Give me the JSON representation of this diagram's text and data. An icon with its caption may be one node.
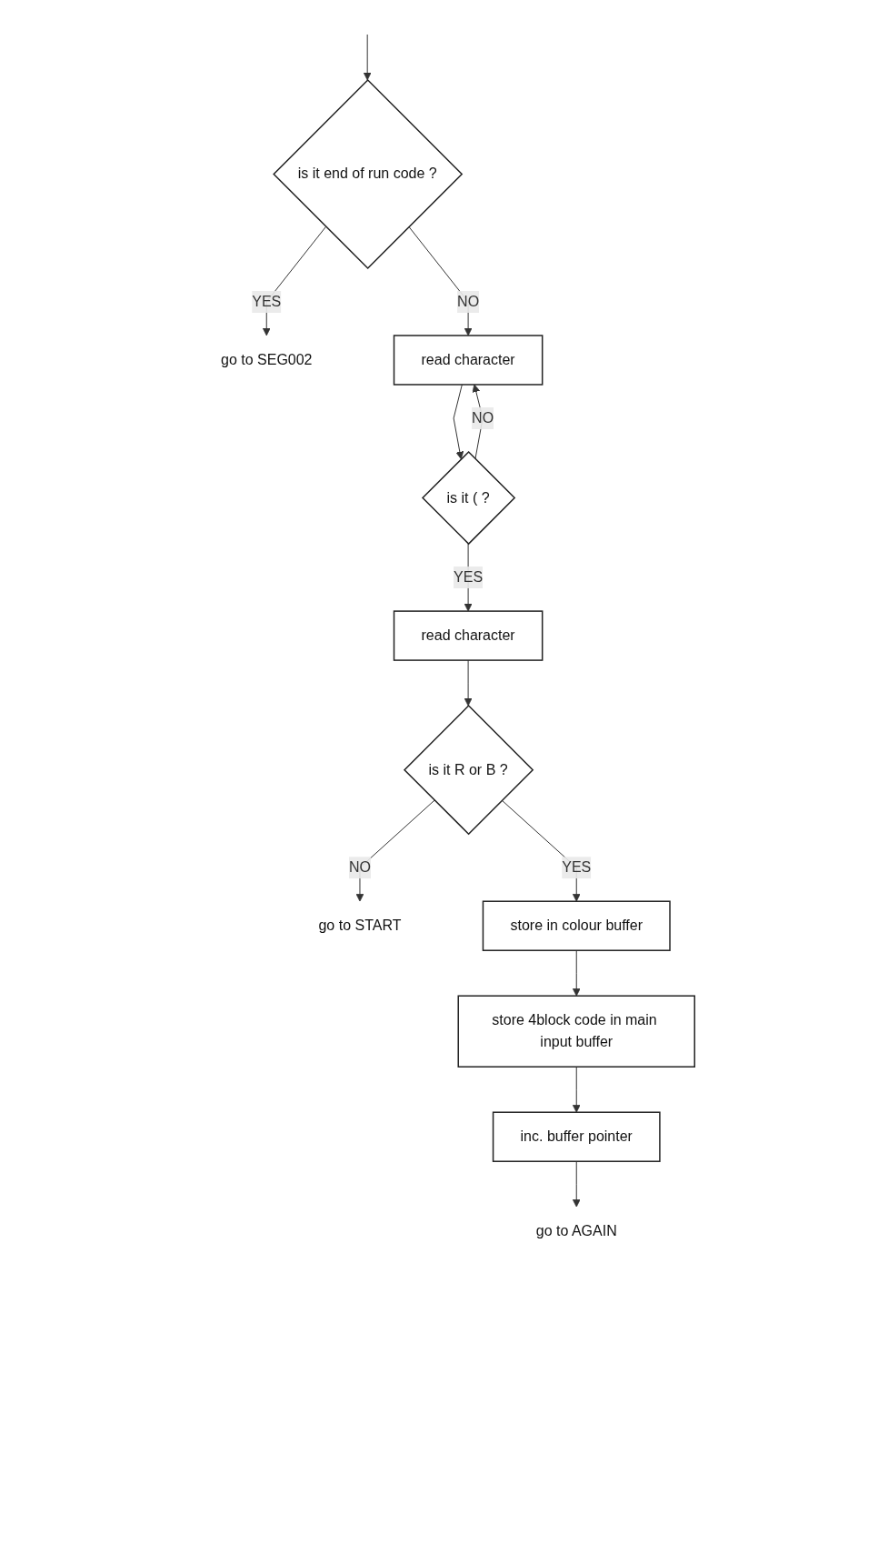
{
  "diagram": {
    "nodes": [
      {
        "text": [
          "is it end of run code ?"
        ]
      },
      {
        "text": [
          "go to SEG002"
        ]
      },
      {
        "text": [
          "read character"
        ]
      },
      {
        "text": [
          "is it ( ?"
        ]
      },
      {
        "text": [
          "read character"
        ]
      },
      {
        "text": [
          "is it R or B ?"
        ]
      },
      {
        "text": [
          "go to START"
        ]
      },
      {
        "text": [
          "store in colour buffer"
        ]
      },
      {
        "text": [
          "store 4block code in main input buffer"
        ]
      },
      {
        "text": [
          "inc. buffer pointer"
        ]
      },
      {
        "text": [
          "go to AGAIN"
        ]
      }
    ],
    "edges": [
      {
        "from": null,
        "to": 0,
        "arrow": "to"
      },
      {
        "from": 0,
        "to": 1,
        "arrow": "to",
        "label": "YES"
      },
      {
        "from": 0,
        "to": 2,
        "arrow": "to",
        "label": "NO"
      },
      {
        "from": 2,
        "to": 3,
        "arrow": "to"
      },
      {
        "from": 3,
        "to": 2,
        "arrow": "to",
        "label": "NO"
      },
      {
        "from": 3,
        "to": 4,
        "arrow": "to",
        "label": "YES"
      },
      {
        "from": 4,
        "to": 5,
        "arrow": "to"
      },
      {
        "from": 5,
        "to": 6,
        "arrow": "to",
        "label": "NO"
      },
      {
        "from": 5,
        "to": 7,
        "arrow": "to",
        "label": "YES"
      },
      {
        "from": 7,
        "to": 8,
        "arrow": "to"
      },
      {
        "from": 8,
        "to": 9,
        "arrow": "to"
      },
      {
        "from": 9,
        "to": 10,
        "arrow": "to"
      }
    ]
  }
}
